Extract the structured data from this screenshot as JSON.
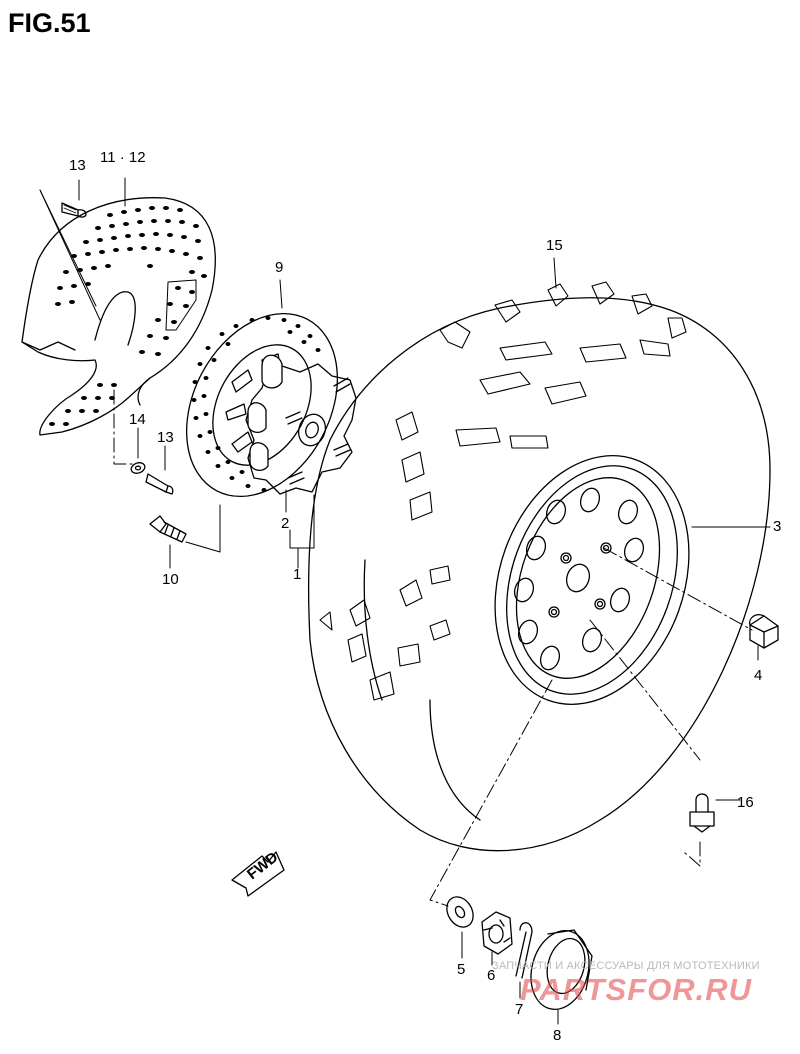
{
  "figure": {
    "title": "FIG.51"
  },
  "callouts": {
    "c1": "1",
    "c2": "2",
    "c3": "3",
    "c4": "4",
    "c5": "5",
    "c6": "6",
    "c7": "7",
    "c8": "8",
    "c9": "9",
    "c10": "10",
    "c11_12": "11 · 12",
    "c13a": "13",
    "c13b": "13",
    "c14": "14",
    "c15": "15",
    "c16": "16"
  },
  "direction_tag": "FWD",
  "watermark": {
    "caption": "ЗАПЧАСТИ И АКСЕССУАРЫ ДЛЯ МОТОТЕХНИКИ",
    "brand": "PARTSFOR.RU",
    "brand_color": "#e23f3f"
  }
}
